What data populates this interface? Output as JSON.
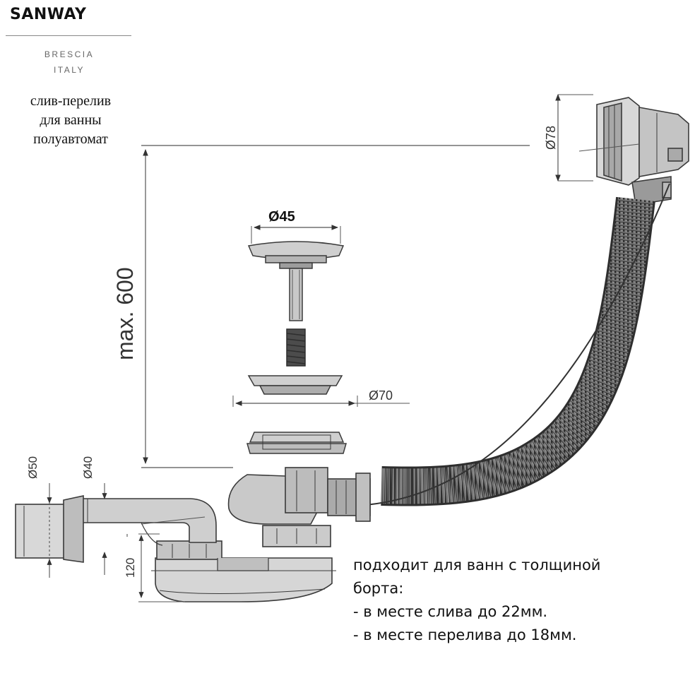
{
  "brand": {
    "name": "SANWAY",
    "sub_line1": "BRESCIA",
    "sub_line2": "ITALY"
  },
  "product": {
    "line1": "слив-перелив",
    "line2": "для ванны",
    "line3": "полуавтомат"
  },
  "dimensions": {
    "overflow_diameter": "Ø78",
    "plug_diameter": "Ø45",
    "flange_diameter": "Ø70",
    "max_height": "max. 600",
    "outlet_outer_diameter": "Ø50",
    "outlet_inner_diameter": "Ø40",
    "trap_height": "120"
  },
  "notes": {
    "line1": "подходит для ванн с толщиной",
    "line2": "борта:",
    "line3": "- в месте слива до 22мм.",
    "line4": "- в месте перелива до 18мм."
  },
  "colors": {
    "line": "#3a3a3a",
    "hose_fill": "#6b6b6b",
    "metal_fill": "#bdbdbd"
  }
}
